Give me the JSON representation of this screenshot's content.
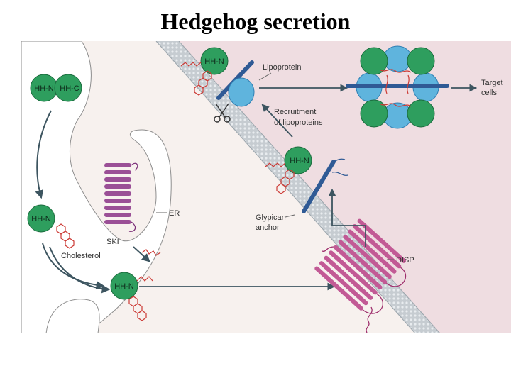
{
  "title": "Hedgehog secretion",
  "labels": {
    "hh_n": "HH-N",
    "hh_c": "HH-C",
    "lipoprotein": "Lipoprotein",
    "recruitment_line1": "Recruitment",
    "recruitment_line2": "of lipoproteins",
    "target_line1": "Target",
    "target_line2": "cells",
    "er": "ER",
    "ski": "SKI",
    "cholesterol": "Cholesterol",
    "glypican_line1": "Glypican",
    "glypican_line2": "anchor",
    "disp": "DISP"
  },
  "colors": {
    "hh_green": "#2e9e5e",
    "lipoprotein_blue": "#5fb4dd",
    "ski_purple": "#9a4f96",
    "disp_pink": "#c25a95",
    "membrane": "#b9c1c6",
    "extracellular": "#f1e3e6",
    "lipid_red": "#cc3a35",
    "glypican_blue": "#2f5a95"
  }
}
